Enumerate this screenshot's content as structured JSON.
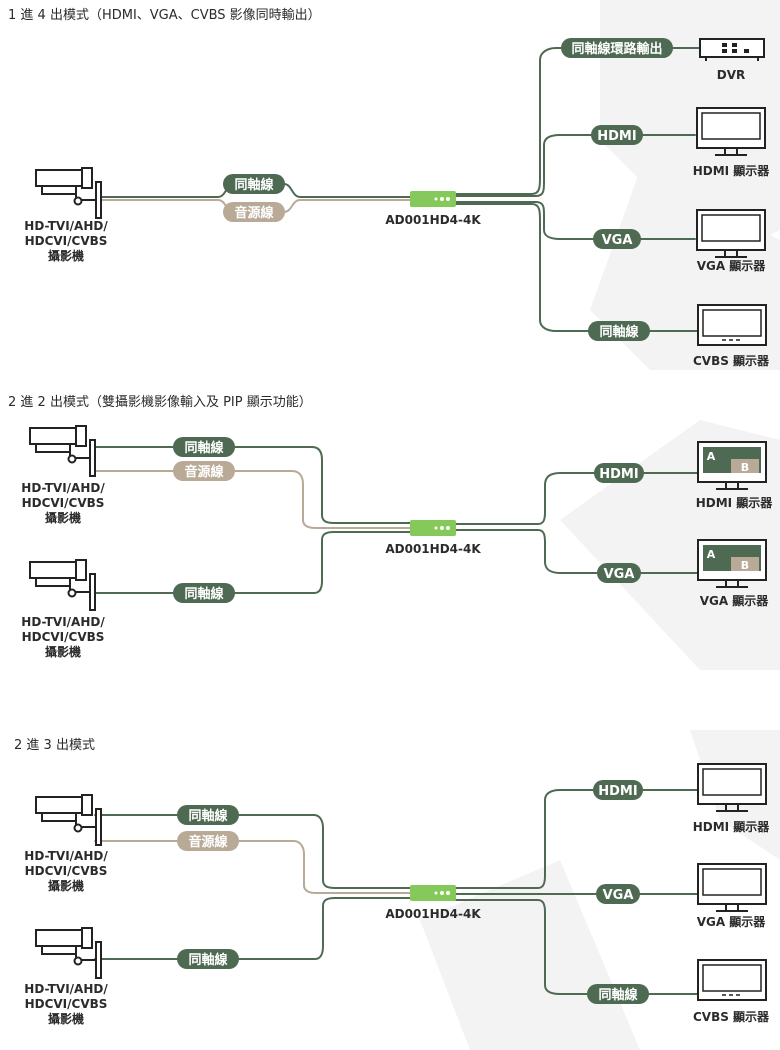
{
  "colors": {
    "dark_green": "#4e6a52",
    "tan": "#b8aa96",
    "device_green": "#86c95b",
    "text": "#2b2b2b",
    "watermark": "#f3f3f3",
    "pip_bg": "#4e6a52",
    "pip_b": "#b8aa96"
  },
  "device_name": "AD001HD4-4K",
  "camera_label": [
    "HD-TVI/AHD/",
    "HDCVI/CVBS",
    "攝影機"
  ],
  "cable_labels": {
    "coax": "同軸線",
    "audio": "音源線",
    "coax_loop": "同軸線環路輸出",
    "hdmi": "HDMI",
    "vga": "VGA"
  },
  "display_labels": {
    "dvr": "DVR",
    "hdmi_display": "HDMI 顯示器",
    "vga_display": "VGA 顯示器",
    "cvbs_display": "CVBS 顯示器"
  },
  "pip_labels": {
    "a": "A",
    "b": "B"
  },
  "sections": [
    {
      "title": "1 進 4 出模式（HDMI、VGA、CVBS 影像同時輸出）"
    },
    {
      "title": "2 進 2 出模式（雙攝影機影像輸入及 PIP 顯示功能）"
    },
    {
      "title": "2 進 3 出模式"
    }
  ]
}
